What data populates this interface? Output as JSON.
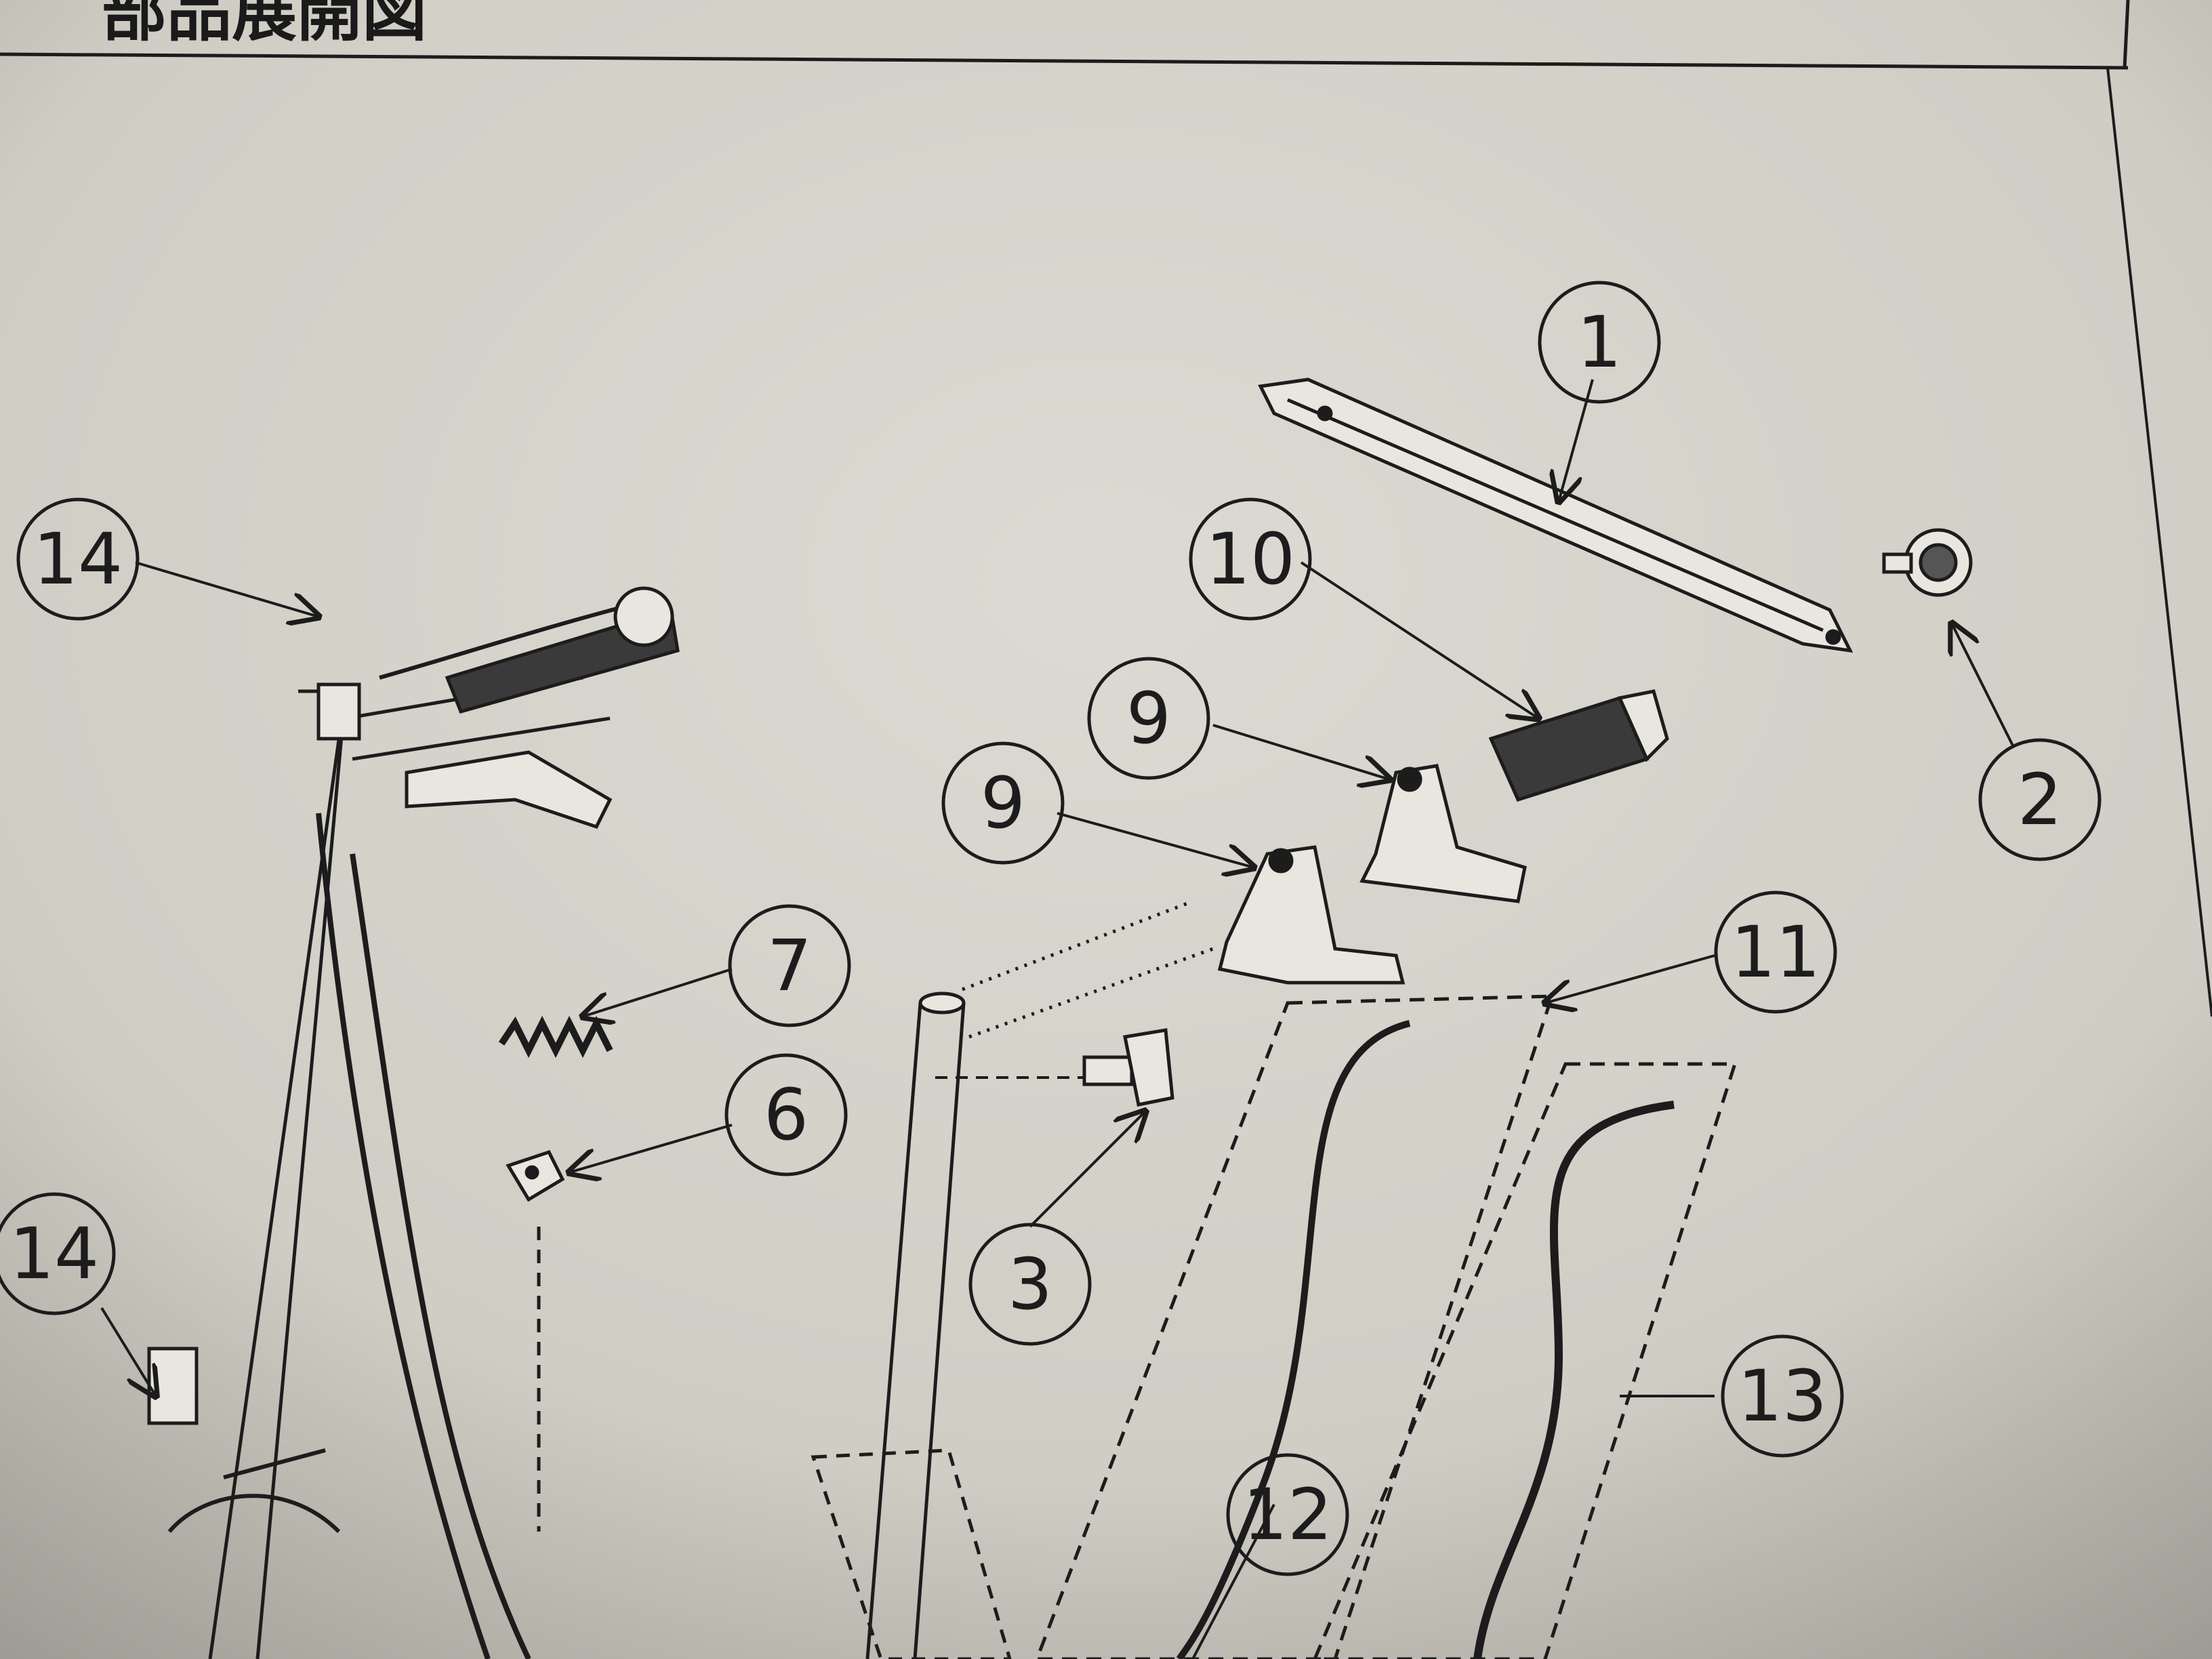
{
  "colors": {
    "paper": "#d3d1c8",
    "ink": "#1c1c1c",
    "shadow": "#7d7b73"
  },
  "heading": "部品展開図",
  "callouts": [
    {
      "id": "c1",
      "label": "1"
    },
    {
      "id": "c2",
      "label": "2"
    },
    {
      "id": "c3",
      "label": "3"
    },
    {
      "id": "c6",
      "label": "6"
    },
    {
      "id": "c7",
      "label": "7"
    },
    {
      "id": "c9a",
      "label": "9"
    },
    {
      "id": "c9b",
      "label": "9"
    },
    {
      "id": "c10",
      "label": "10"
    },
    {
      "id": "c11",
      "label": "11"
    },
    {
      "id": "c12",
      "label": "12"
    },
    {
      "id": "c13",
      "label": "13"
    },
    {
      "id": "c14a",
      "label": "14"
    },
    {
      "id": "c14b",
      "label": "14"
    }
  ]
}
